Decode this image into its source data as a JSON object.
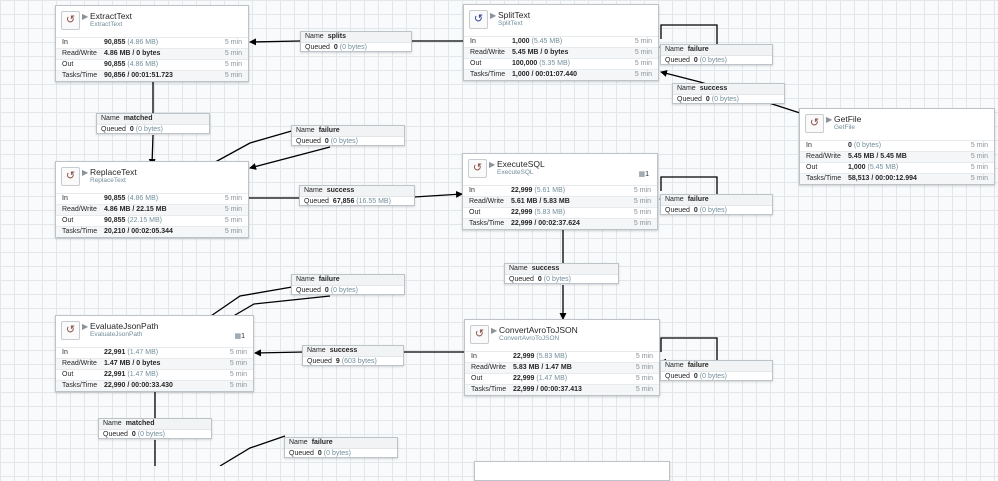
{
  "run_icon": "play-icon",
  "proc_icon": "processor-icon",
  "processors": [
    {
      "id": "extracttext",
      "name": "ExtractText",
      "type": "ExtractText",
      "selected": false,
      "rows": [
        {
          "label": "In",
          "value": "90,855",
          "detail": "(4.86 MB)",
          "time": "5 min"
        },
        {
          "label": "Read/Write",
          "value": "4.86 MB / 0 bytes",
          "detail": "",
          "time": "5 min"
        },
        {
          "label": "Out",
          "value": "90,855",
          "detail": "(4.86 MB)",
          "time": "5 min"
        },
        {
          "label": "Tasks/Time",
          "value": "90,856 / 00:01:51.723",
          "detail": "",
          "time": "5 min"
        }
      ]
    },
    {
      "id": "splittext",
      "name": "SplitText",
      "type": "SplitText",
      "selected": true,
      "rows": [
        {
          "label": "In",
          "value": "1,000",
          "detail": "(5.45 MB)",
          "time": "5 min"
        },
        {
          "label": "Read/Write",
          "value": "5.45 MB / 0 bytes",
          "detail": "",
          "time": "5 min"
        },
        {
          "label": "Out",
          "value": "100,000",
          "detail": "(5.35 MB)",
          "time": "5 min"
        },
        {
          "label": "Tasks/Time",
          "value": "1,000 / 00:01:07.440",
          "detail": "",
          "time": "5 min"
        }
      ]
    },
    {
      "id": "getfile",
      "name": "GetFile",
      "type": "GetFile",
      "selected": false,
      "rows": [
        {
          "label": "In",
          "value": "0",
          "detail": "(0 bytes)",
          "time": "5 min"
        },
        {
          "label": "Read/Write",
          "value": "5.45 MB / 5.45 MB",
          "detail": "",
          "time": "5 min"
        },
        {
          "label": "Out",
          "value": "1,000",
          "detail": "(5.45 MB)",
          "time": "5 min"
        },
        {
          "label": "Tasks/Time",
          "value": "58,513 / 00:00:12.994",
          "detail": "",
          "time": "5 min"
        }
      ]
    },
    {
      "id": "replacetext",
      "name": "ReplaceText",
      "type": "ReplaceText",
      "selected": false,
      "rows": [
        {
          "label": "In",
          "value": "90,855",
          "detail": "(4.86 MB)",
          "time": "5 min"
        },
        {
          "label": "Read/Write",
          "value": "4.86 MB / 22.15 MB",
          "detail": "",
          "time": "5 min"
        },
        {
          "label": "Out",
          "value": "90,855",
          "detail": "(22.15 MB)",
          "time": "5 min"
        },
        {
          "label": "Tasks/Time",
          "value": "20,210 / 00:02:05.344",
          "detail": "",
          "time": "5 min"
        }
      ]
    },
    {
      "id": "executesql",
      "name": "ExecuteSQL",
      "type": "ExecuteSQL",
      "selected": false,
      "badge": "1",
      "badge_icon": "thread-count-icon",
      "rows": [
        {
          "label": "In",
          "value": "22,999",
          "detail": "(5.61 MB)",
          "time": "5 min"
        },
        {
          "label": "Read/Write",
          "value": "5.61 MB / 5.83 MB",
          "detail": "",
          "time": "5 min"
        },
        {
          "label": "Out",
          "value": "22,999",
          "detail": "(5.83 MB)",
          "time": "5 min"
        },
        {
          "label": "Tasks/Time",
          "value": "22,999 / 00:02:37.624",
          "detail": "",
          "time": "5 min"
        }
      ]
    },
    {
      "id": "evaluatejsonpath",
      "name": "EvaluateJsonPath",
      "type": "EvaluateJsonPath",
      "selected": false,
      "badge": "1",
      "badge_icon": "thread-count-icon",
      "rows": [
        {
          "label": "In",
          "value": "22,991",
          "detail": "(1.47 MB)",
          "time": "5 min"
        },
        {
          "label": "Read/Write",
          "value": "1.47 MB / 0 bytes",
          "detail": "",
          "time": "5 min"
        },
        {
          "label": "Out",
          "value": "22,991",
          "detail": "(1.47 MB)",
          "time": "5 min"
        },
        {
          "label": "Tasks/Time",
          "value": "22,990 / 00:00:33.430",
          "detail": "",
          "time": "5 min"
        }
      ]
    },
    {
      "id": "convertavrotojson",
      "name": "ConvertAvroToJSON",
      "type": "ConvertAvroToJSON",
      "selected": false,
      "rows": [
        {
          "label": "In",
          "value": "22,999",
          "detail": "(5.83 MB)",
          "time": "5 min"
        },
        {
          "label": "Read/Write",
          "value": "5.83 MB / 1.47 MB",
          "detail": "",
          "time": "5 min"
        },
        {
          "label": "Out",
          "value": "22,999",
          "detail": "(1.47 MB)",
          "time": "5 min"
        },
        {
          "label": "Tasks/Time",
          "value": "22,999 / 00:00:37.413",
          "detail": "",
          "time": "5 min"
        }
      ]
    }
  ],
  "connection_labels": {
    "name": "Name",
    "queued": "Queued"
  },
  "connections": [
    {
      "id": "splits",
      "name": "splits",
      "queued": "0",
      "queued_detail": "(0 bytes)"
    },
    {
      "id": "splittext-failure",
      "name": "failure",
      "queued": "0",
      "queued_detail": "(0 bytes)"
    },
    {
      "id": "getfile-success",
      "name": "success",
      "queued": "0",
      "queued_detail": "(0 bytes)"
    },
    {
      "id": "extract-matched",
      "name": "matched",
      "queued": "0",
      "queued_detail": "(0 bytes)"
    },
    {
      "id": "extract-failure",
      "name": "failure",
      "queued": "0",
      "queued_detail": "(0 bytes)"
    },
    {
      "id": "replace-success",
      "name": "success",
      "queued": "67,856",
      "queued_detail": "(16.55 MB)"
    },
    {
      "id": "executesql-failure",
      "name": "failure",
      "queued": "0",
      "queued_detail": "(0 bytes)"
    },
    {
      "id": "executesql-success",
      "name": "success",
      "queued": "0",
      "queued_detail": "(0 bytes)"
    },
    {
      "id": "replace-failure",
      "name": "failure",
      "queued": "0",
      "queued_detail": "(0 bytes)"
    },
    {
      "id": "convert-success",
      "name": "success",
      "queued": "9",
      "queued_detail": "(603 bytes)"
    },
    {
      "id": "convert-failure",
      "name": "failure",
      "queued": "0",
      "queued_detail": "(0 bytes)"
    },
    {
      "id": "eval-matched",
      "name": "matched",
      "queued": "0",
      "queued_detail": "(0 bytes)"
    },
    {
      "id": "eval-failure",
      "name": "failure",
      "queued": "0",
      "queued_detail": "(0 bytes)"
    }
  ]
}
